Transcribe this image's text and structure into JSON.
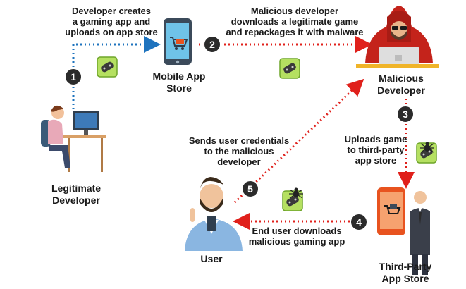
{
  "captions": {
    "step1": "Developer creates\na gaming app and\nuploads on app store",
    "step2": "Malicious developer\ndownloads  a legitimate game\nand repackages it with malware",
    "step3": "Uploads game\nto third-party\napp store",
    "step4": "End user downloads\nmalicious gaming app",
    "step5": "Sends user credentials\nto the malicious\ndeveloper"
  },
  "labels": {
    "legit_dev": "Legitimate\nDeveloper",
    "mobile_store": "Mobile App\nStore",
    "malicious_dev": "Malicious\nDeveloper",
    "third_party": "Third-Party\nApp Store",
    "user": "User"
  },
  "badges": {
    "b1": "1",
    "b2": "2",
    "b3": "3",
    "b4": "4",
    "b5": "5"
  },
  "colors": {
    "blue_arrow": "#1e73be",
    "red_arrow": "#e0201b",
    "badge_fill": "#2b2b2b",
    "phone_red": "#e8531f",
    "hoodie_red": "#c4231b",
    "game_green": "#8dc63f"
  },
  "icons": [
    "developer-at-desk-icon",
    "mobile-phone-store-icon",
    "hacker-hoodie-icon",
    "game-controller-icon",
    "malware-spider-icon",
    "businessman-phone-icon",
    "user-man-icon"
  ]
}
